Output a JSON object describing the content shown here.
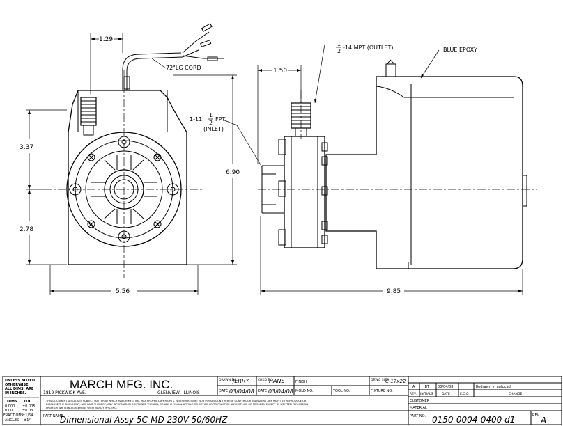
{
  "dimensions": {
    "cord_offset": "1.29",
    "cord_length": "72\"LG CORD",
    "upper_height": "3.37",
    "lower_height": "2.78",
    "overall_height": "6.90",
    "front_width": "5.56",
    "outlet_offset": "1.50",
    "inlet_label": [
      "1-11",
      "1",
      "2",
      "FPT",
      "(INLET)"
    ],
    "outlet_label": [
      "1",
      "2",
      "-14 MPT (OUTLET)"
    ],
    "epoxy_label": "BLUE EPOXY",
    "overall_length": "9.85"
  },
  "title_block": {
    "tolerance_notes": [
      "UNLESS NOTED",
      "OTHERWISE",
      "ALL DIMS. ARE",
      "IN INCHES."
    ],
    "dims_header": "DIMS.",
    "tol_header": "TOL.",
    "tol_rows": [
      [
        "0.000",
        "±0.005"
      ],
      [
        "0.00",
        "±0.03"
      ],
      [
        "FRACTIONS",
        "±1/64"
      ],
      [
        "ANGLES",
        "±1°"
      ]
    ],
    "company": "MARCH MFG. INC.",
    "street": "1819 PICKWICK AVE.",
    "city": "GLENVIEW, ILLINOIS",
    "proprietary": [
      "THIS DOCUMENT DISCLOSES SUBJECT MATTER IN WHICH MARCH MFG. INC. HAS PROPRIETARY RIGHTS, NEITHER RECEIPT NOR POSSESSION THEREOF CONFERS OR TRANSFERS ANY RIGHT TO REPRODUCE OR",
      "DISCLOSE THE DOCUMENT, ANY PART THEREOF, ANY INFORMATION CONTAINED THEREIN, OR ANY PHYSICAL ARTICLE OR DEVICE OR TO PRACTICE ANY METHOD OR PROCESS, EXCEPT BY WRITTEN PERMISSION",
      "FROM OR WRITTEN AGREEMENT WITH MARCH MFG. INC."
    ],
    "drawn_by_label": "DRAWN BY",
    "drawn_by": "JERRY",
    "chkd_by_label": "CHKD BY",
    "chkd_by": "HANS",
    "finish_label": "FINISH",
    "drwg_size_label": "DRWG SIZE",
    "drwg_size": "C-17x22",
    "date_label": "DATE",
    "drawn_date": "03/04/08",
    "chkd_date": "03/04/08",
    "mold_label": "MOLD NO.",
    "tool_label": "TOOL NO.",
    "fixture_label": "FIXTURE NO.",
    "part_name_label": "PART NAME",
    "part_name": "Dimensional Assy 5C-MD 230V 50/60HZ",
    "rev_row": {
      "rev": "A",
      "initials": "JBT",
      "date": "03/04/08",
      "eco": "",
      "change": "Redrawn in autocad."
    },
    "rev_headers": {
      "rev": "REV.",
      "initials": "INITIALS",
      "date": "DATE",
      "eco": "E.C.O.",
      "change": "CHANGE"
    },
    "customer_label": "CUSTOMER",
    "material_label": "MATERIAL",
    "part_no_label": "PART NO.",
    "part_no": "0150-0004-0400 d1",
    "rev_label": "REV.",
    "rev": "A"
  }
}
